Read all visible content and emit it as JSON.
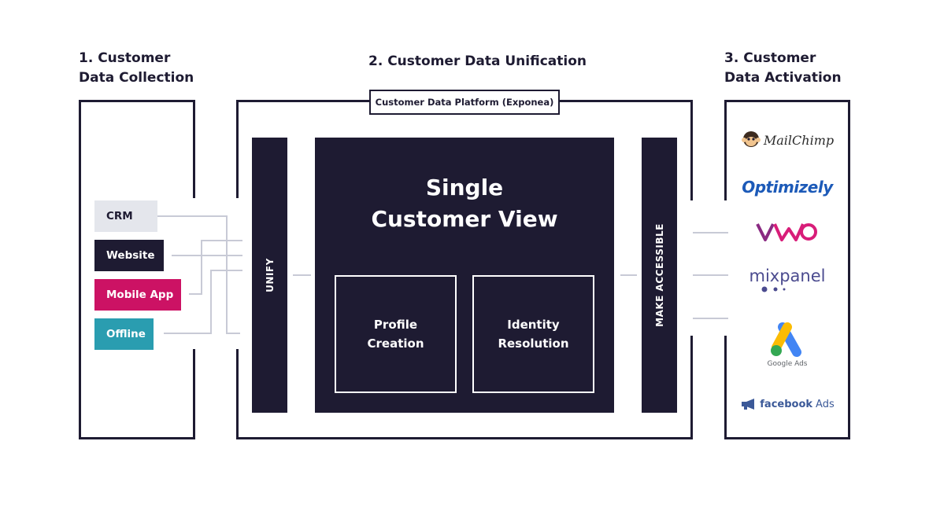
{
  "columns": {
    "collection": {
      "line1": "1. Customer",
      "line2": "Data Collection"
    },
    "unification": {
      "title": "2. Customer Data Unification",
      "platform_tag": "Customer Data Platform (Exponea)"
    },
    "activation": {
      "line1": "3. Customer",
      "line2": "Data Activation"
    }
  },
  "sources": [
    {
      "label": "CRM",
      "bg": "#e4e6ec",
      "fg": "#1e1b32"
    },
    {
      "label": "Website",
      "bg": "#1e1b32",
      "fg": "#ffffff"
    },
    {
      "label": "Mobile App",
      "bg": "#cc1264",
      "fg": "#ffffff"
    },
    {
      "label": "Offline",
      "bg": "#2a9db0",
      "fg": "#ffffff"
    }
  ],
  "unify_label": "UNIFY",
  "make_accessible_label": "MAKE ACCESSIBLE",
  "scv": {
    "line1": "Single",
    "line2": "Customer View"
  },
  "profile": {
    "line1": "Profile",
    "line2": "Creation"
  },
  "identity": {
    "line1": "Identity",
    "line2": "Resolution"
  },
  "destinations": {
    "mailchimp": "MailChimp",
    "optimizely": "Optimizely",
    "vwo": "VWO",
    "mixpanel": "mixpanel",
    "google_ads": "Google Ads",
    "facebook_ads_brand": "facebook",
    "facebook_ads_suffix": "Ads"
  },
  "colors": {
    "navy": "#1e1b32",
    "connector": "#c8cad6",
    "crm_bg": "#e4e6ec",
    "mobile_app": "#cc1264",
    "offline": "#2a9db0",
    "optimizely_blue": "#1c5ab8",
    "vwo_purple": "#8a2a82",
    "vwo_pink": "#d81d79",
    "mixpanel_text": "#4b4b8f",
    "facebook_blue": "#3b5998"
  }
}
